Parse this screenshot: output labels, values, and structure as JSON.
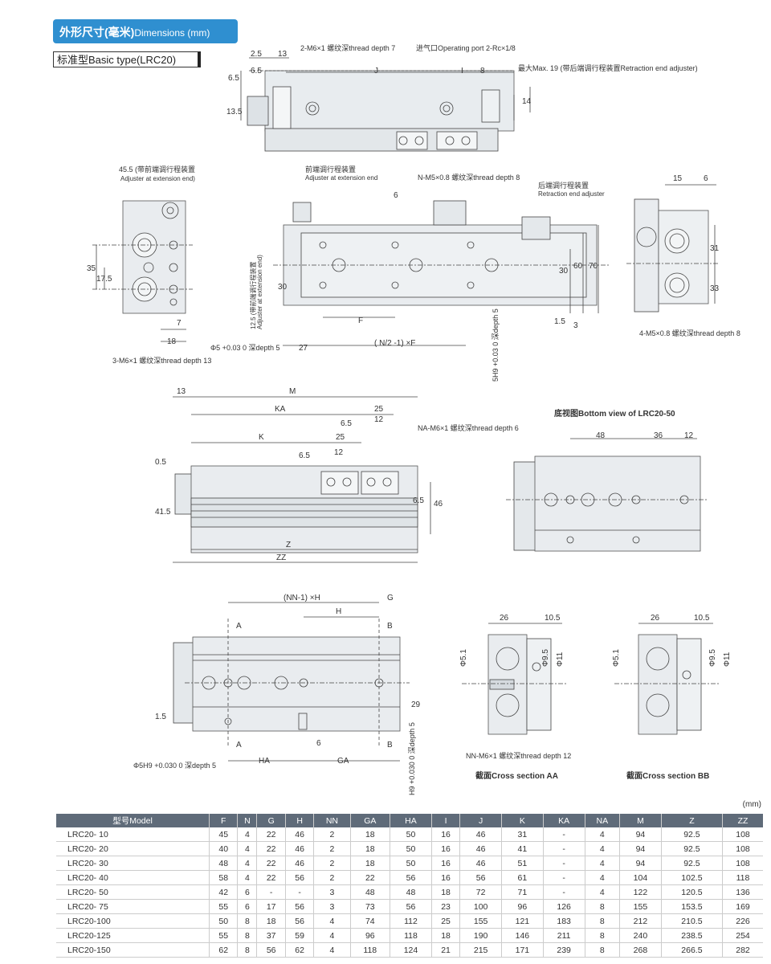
{
  "header": {
    "title_cn": "外形尺寸(毫米)",
    "title_en": "Dimensions (mm)"
  },
  "subtitle": "标准型Basic type(LRC20)",
  "labels": {
    "top_thread": "2-M6×1 螺纹深thread depth 7",
    "operating_port": "进气口Operating port 2-Rc×1/8",
    "max19": "最大Max. 19 (带后端调行程装置Retraction end adjuster)",
    "ext455": "45.5 (带前端调行程装置",
    "ext455b": "Adjuster at extension end)",
    "front_adj_cn": "前端调行程装置",
    "front_adj_en": "Adjuster at extension end",
    "nm5": "N-M5×0.8 螺纹深thread depth 8",
    "rear_adj_cn": "后端调行程装置",
    "rear_adj_en": "Retraction end adjuster",
    "vert125": "12.5 (带前端调行程装置",
    "vert125b": "Adjuster at extension end)",
    "phi5": "Φ5 +0.03 0 深depth 5",
    "m6_3": "3-M6×1 螺纹深thread depth 13",
    "m5_4": "4-M5×0.8 螺纹深thread depth 8",
    "h9": "5H9 +0.03 0 深depth 5",
    "na_m6": "NA-M6×1 螺纹深thread depth 6",
    "bottom_view": "底视图Bottom view of LRC20-50",
    "phi5h9": "Φ5H9 +0.030 0 深depth 5",
    "h9b": "5H9 +0.030 0 深depth 5",
    "nn_m6": "NN-M6×1 螺纹深thread depth 12",
    "cross_aa": "截面Cross section AA",
    "cross_bb": "截面Cross section BB",
    "nn1h": "(NN-1) ×H",
    "n2f": "( N/2 -1) ×F"
  },
  "unit": "(mm)",
  "table": {
    "headers": [
      "型号Model",
      "F",
      "N",
      "G",
      "H",
      "NN",
      "GA",
      "HA",
      "I",
      "J",
      "K",
      "KA",
      "NA",
      "M",
      "Z",
      "ZZ"
    ],
    "rows": [
      [
        "LRC20- 10",
        "45",
        "4",
        "22",
        "46",
        "2",
        "18",
        "50",
        "16",
        "46",
        "31",
        "-",
        "4",
        "94",
        "92.5",
        "108"
      ],
      [
        "LRC20- 20",
        "40",
        "4",
        "22",
        "46",
        "2",
        "18",
        "50",
        "16",
        "46",
        "41",
        "-",
        "4",
        "94",
        "92.5",
        "108"
      ],
      [
        "LRC20- 30",
        "48",
        "4",
        "22",
        "46",
        "2",
        "18",
        "50",
        "16",
        "46",
        "51",
        "-",
        "4",
        "94",
        "92.5",
        "108"
      ],
      [
        "LRC20- 40",
        "58",
        "4",
        "22",
        "56",
        "2",
        "22",
        "56",
        "16",
        "56",
        "61",
        "-",
        "4",
        "104",
        "102.5",
        "118"
      ],
      [
        "LRC20- 50",
        "42",
        "6",
        "-",
        "-",
        "3",
        "48",
        "48",
        "18",
        "72",
        "71",
        "-",
        "4",
        "122",
        "120.5",
        "136"
      ],
      [
        "LRC20- 75",
        "55",
        "6",
        "17",
        "56",
        "3",
        "73",
        "56",
        "23",
        "100",
        "96",
        "126",
        "8",
        "155",
        "153.5",
        "169"
      ],
      [
        "LRC20-100",
        "50",
        "8",
        "18",
        "56",
        "4",
        "74",
        "112",
        "25",
        "155",
        "121",
        "183",
        "8",
        "212",
        "210.5",
        "226"
      ],
      [
        "LRC20-125",
        "55",
        "8",
        "37",
        "59",
        "4",
        "96",
        "118",
        "18",
        "190",
        "146",
        "211",
        "8",
        "240",
        "238.5",
        "254"
      ],
      [
        "LRC20-150",
        "62",
        "8",
        "56",
        "62",
        "4",
        "118",
        "124",
        "21",
        "215",
        "171",
        "239",
        "8",
        "268",
        "266.5",
        "282"
      ]
    ]
  }
}
